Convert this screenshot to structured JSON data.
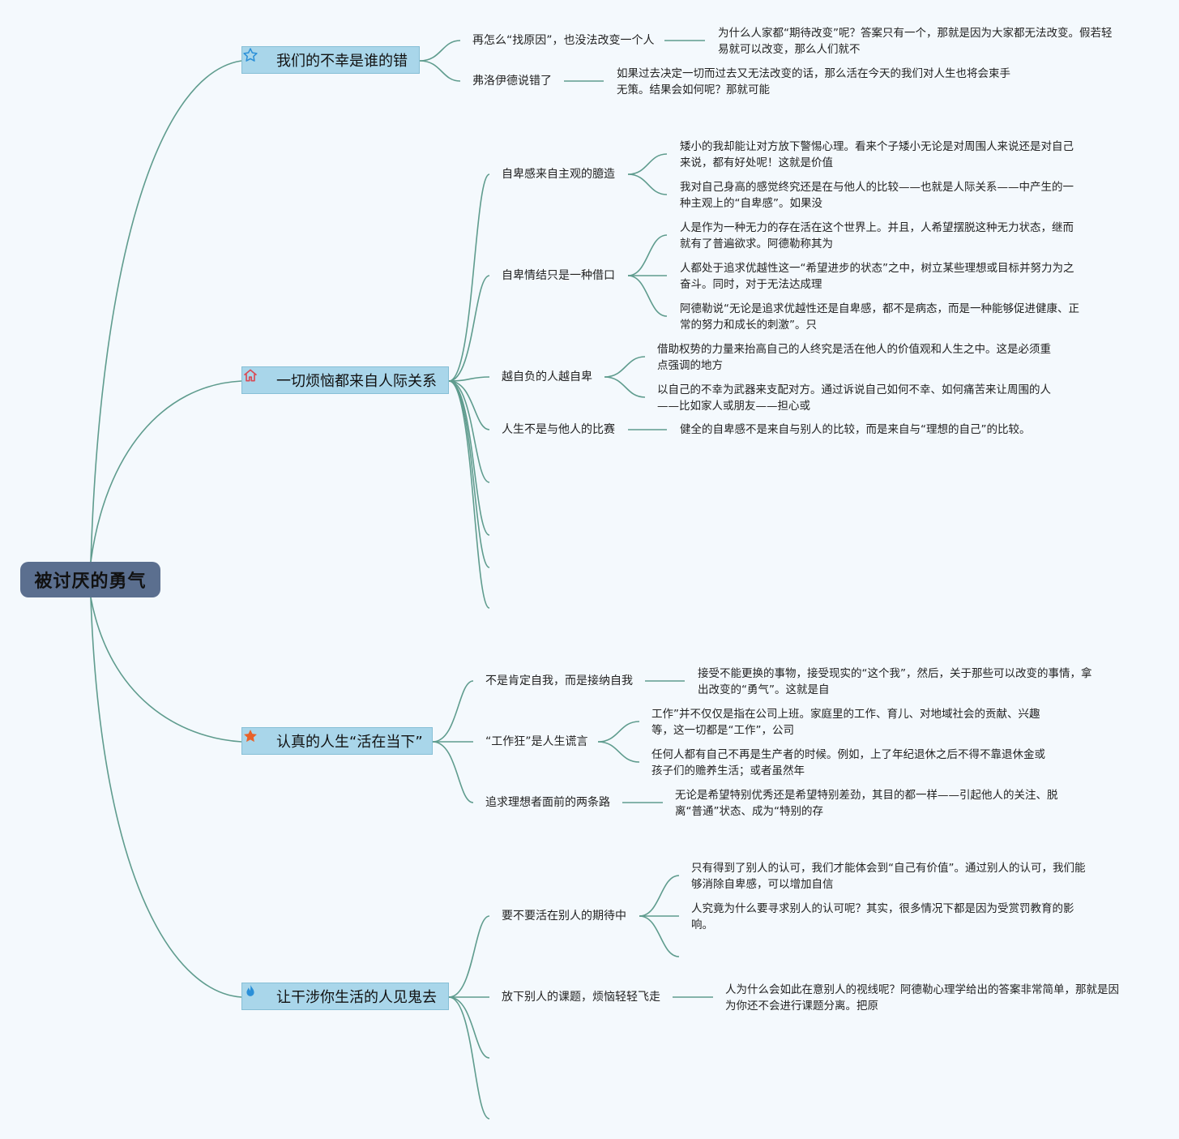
{
  "root": {
    "title": "被讨厌的勇气"
  },
  "branches": [
    {
      "title": "我们的不幸是谁的错",
      "icon": "star-outline-icon",
      "subs": [
        {
          "label": "再怎么“找原因”，也没法改变一个人",
          "leaves": [
            "为什么人家都“期待改变”呢？答案只有一个，那就是因为大家都无法改变。假若轻易就可以改变，那么人们就不"
          ]
        },
        {
          "label": "弗洛伊德说错了",
          "leaves": [
            "如果过去决定一切而过去又无法改变的话，那么活在今天的我们对人生也将会束手无策。结果会如何呢？那就可能"
          ]
        }
      ]
    },
    {
      "title": "一切烦恼都来自人际关系",
      "icon": "home-icon",
      "subs": [
        {
          "label": "自卑感来自主观的臆造",
          "leaves": [
            "矮小的我却能让对方放下警惕心理。看来个子矮小无论是对周围人来说还是对自己来说，都有好处呢！这就是价值",
            "我对自己身高的感觉终究还是在与他人的比较——也就是人际关系——中产生的一种主观上的“自卑感”。如果没"
          ]
        },
        {
          "label": "自卑情结只是一种借口",
          "leaves": [
            "人是作为一种无力的存在活在这个世界上。并且，人希望摆脱这种无力状态，继而就有了普遍欲求。阿德勒称其为",
            "人都处于追求优越性这一“希望进步的状态”之中，树立某些理想或目标并努力为之奋斗。同时，对于无法达成理",
            "阿德勒说“无论是追求优越性还是自卑感，都不是病态，而是一种能够促进健康、正常的努力和成长的刺激”。只"
          ]
        },
        {
          "label": "越自负的人越自卑",
          "leaves": [
            "借助权势的力量来抬高自己的人终究是活在他人的价值观和人生之中。这是必须重点强调的地方",
            "以自己的不幸为武器来支配对方。通过诉说自己如何不幸、如何痛苦来让周围的人——比如家人或朋友——担心或"
          ]
        },
        {
          "label": "人生不是与他人的比赛",
          "leaves": [
            "健全的自卑感不是来自与别人的比较，而是来自与“理想的自己”的比较。"
          ]
        }
      ]
    },
    {
      "title": "认真的人生“活在当下”",
      "icon": "star-filled-icon",
      "subs": [
        {
          "label": "不是肯定自我，而是接纳自我",
          "leaves": [
            "接受不能更换的事物，接受现实的“这个我”，然后，关于那些可以改变的事情，拿出改变的“勇气”。这就是自"
          ]
        },
        {
          "label": "“工作狂”是人生谎言",
          "leaves": [
            "工作”并不仅仅是指在公司上班。家庭里的工作、育儿、对地域社会的贡献、兴趣等，这一切都是“工作”，公司",
            "任何人都有自己不再是生产者的时候。例如，上了年纪退休之后不得不靠退休金或孩子们的赡养生活；或者虽然年"
          ]
        },
        {
          "label": "追求理想者面前的两条路",
          "leaves": [
            "无论是希望特别优秀还是希望特别差劲，其目的都一样——引起他人的关注、脱离“普通”状态、成为“特别的存"
          ]
        }
      ]
    },
    {
      "title": "让干涉你生活的人见鬼去",
      "icon": "flame-icon",
      "subs": [
        {
          "label": "要不要活在别人的期待中",
          "leaves": [
            "只有得到了别人的认可，我们才能体会到“自己有价值”。通过别人的认可，我们能够消除自卑感，可以增加自信",
            "人究竟为什么要寻求别人的认可呢？其实，很多情况下都是因为受赏罚教育的影响。"
          ]
        },
        {
          "label": "放下别人的课题，烦恼轻轻飞走",
          "leaves": [
            "人为什么会如此在意别人的视线呢？阿德勒心理学给出的答案非常简单，那就是因为你还不会进行课题分离。把原"
          ]
        }
      ]
    }
  ],
  "colors": {
    "background": "#f4f9fd",
    "root_fill": "#5b6f8f",
    "topic_fill": "#a9d6ea",
    "topic_border": "#86bfd6",
    "connector": "#5f9c8e",
    "icon_blue": "#2a8fd8",
    "icon_red": "#d94a55",
    "icon_orange": "#e8622a"
  }
}
